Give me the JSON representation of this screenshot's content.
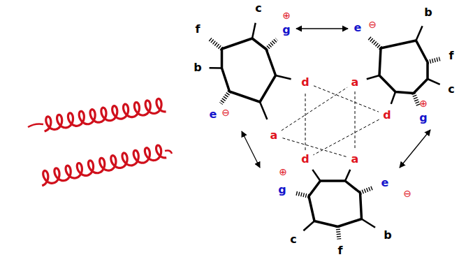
{
  "diagram": {
    "labels": [
      "f",
      "c",
      "⊕",
      "g",
      "b",
      "d",
      "e",
      "⊖",
      "a",
      "e",
      "⊖",
      "b",
      "a",
      "f",
      "c",
      "d",
      "⊕",
      "g",
      "d",
      "a",
      "⊕",
      "g",
      "e",
      "⊖",
      "c",
      "b",
      "f"
    ]
  }
}
